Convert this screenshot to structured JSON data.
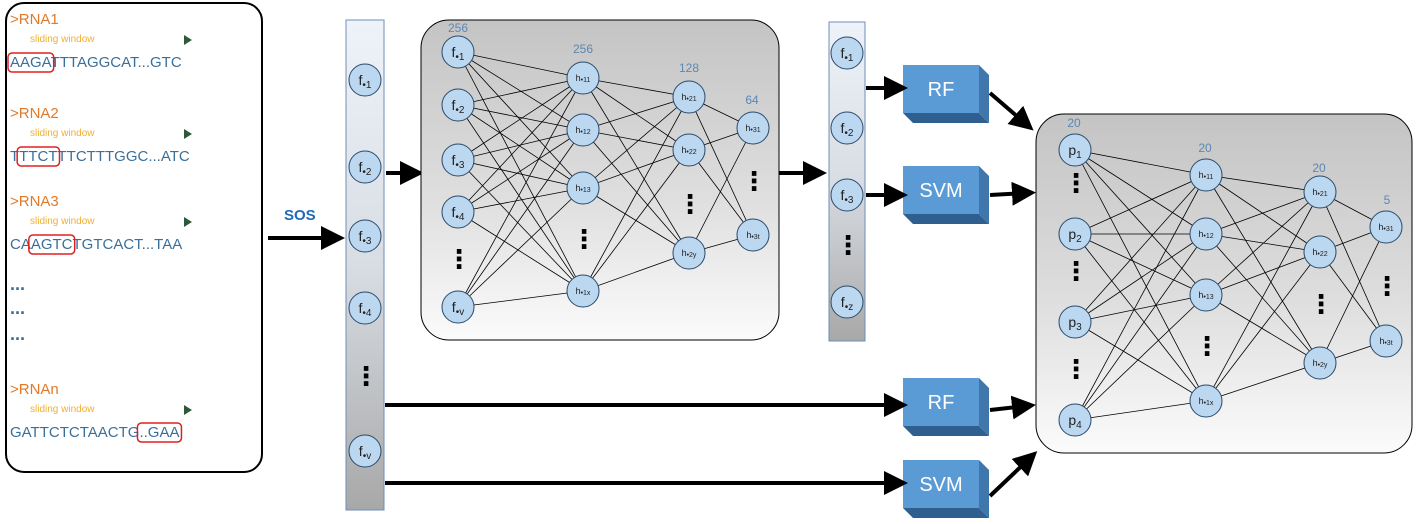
{
  "rna_panel": {
    "sequences": [
      {
        "label": ">RNA1",
        "window": "sliding window",
        "boxed": "AAGA",
        "rest": "TTTAGGCAT...GTC",
        "prefix": ""
      },
      {
        "label": ">RNA2",
        "window": "sliding window",
        "boxed": "TTCT",
        "rest": "TTCTTTGGC...ATC",
        "prefix": "T"
      },
      {
        "label": ">RNA3",
        "window": "sliding window",
        "boxed": "AGTC",
        "rest": "TGTCACT...TAA",
        "prefix": "CA"
      },
      {
        "label": ">RNAn",
        "window": "sliding window",
        "boxed": "..GAA",
        "rest": "",
        "prefix": "GATTCTCTAACTG"
      }
    ],
    "ellipsis": [
      "...",
      "...",
      "..."
    ]
  },
  "sos_label": "SOS",
  "feature_column": {
    "nodes": [
      {
        "main": "f",
        "sub": "•1"
      },
      {
        "main": "f",
        "sub": "•2"
      },
      {
        "main": "f",
        "sub": "•3"
      },
      {
        "main": "f",
        "sub": "•4"
      },
      {
        "main": "f",
        "sub": "•v"
      }
    ],
    "vdots": "⋮"
  },
  "network1": {
    "counts": [
      "256",
      "256",
      "128",
      "64"
    ],
    "layer1": [
      {
        "main": "f",
        "sub": "•1"
      },
      {
        "main": "f",
        "sub": "•2"
      },
      {
        "main": "f",
        "sub": "•3"
      },
      {
        "main": "f",
        "sub": "•4"
      },
      {
        "main": "f",
        "sub": "•v"
      }
    ],
    "layer2": [
      {
        "main": "h",
        "sub": "•11"
      },
      {
        "main": "h",
        "sub": "•12"
      },
      {
        "main": "h",
        "sub": "•13"
      },
      {
        "main": "h",
        "sub": "•1x"
      }
    ],
    "layer3": [
      {
        "main": "h",
        "sub": "•21"
      },
      {
        "main": "h",
        "sub": "•22"
      },
      {
        "main": "h",
        "sub": "•2y"
      }
    ],
    "layer4": [
      {
        "main": "h",
        "sub": "•31"
      },
      {
        "main": "h",
        "sub": "•3t"
      }
    ]
  },
  "output_column": {
    "nodes": [
      {
        "main": "f",
        "sub": "•1"
      },
      {
        "main": "f",
        "sub": "•2"
      },
      {
        "main": "f",
        "sub": "•3"
      },
      {
        "main": "f",
        "sub": "•z"
      }
    ]
  },
  "models": [
    {
      "label": "RF"
    },
    {
      "label": "SVM"
    },
    {
      "label": "RF"
    },
    {
      "label": "SVM"
    }
  ],
  "network2": {
    "counts": [
      "20",
      "20",
      "20",
      "5"
    ],
    "layer1": [
      {
        "main": "p",
        "sub": "1"
      },
      {
        "main": "p",
        "sub": "2"
      },
      {
        "main": "p",
        "sub": "3"
      },
      {
        "main": "p",
        "sub": "4"
      }
    ],
    "layer2": [
      {
        "main": "h",
        "sub": "•11"
      },
      {
        "main": "h",
        "sub": "•12"
      },
      {
        "main": "h",
        "sub": "•13"
      },
      {
        "main": "h",
        "sub": "•1x"
      }
    ],
    "layer3": [
      {
        "main": "h",
        "sub": "•21"
      },
      {
        "main": "h",
        "sub": "•22"
      },
      {
        "main": "h",
        "sub": "•2y"
      }
    ],
    "layer4": [
      {
        "main": "h",
        "sub": "•31"
      },
      {
        "main": "h",
        "sub": "•3t"
      }
    ]
  },
  "colors": {
    "node_fill": "#bcd7f0",
    "node_stroke": "#2a4a6a",
    "model_fill": "#5b9bd5",
    "model_dark": "#2f5f8f",
    "red_box": "#e02020",
    "window_arrow": "#2e5a3a"
  }
}
